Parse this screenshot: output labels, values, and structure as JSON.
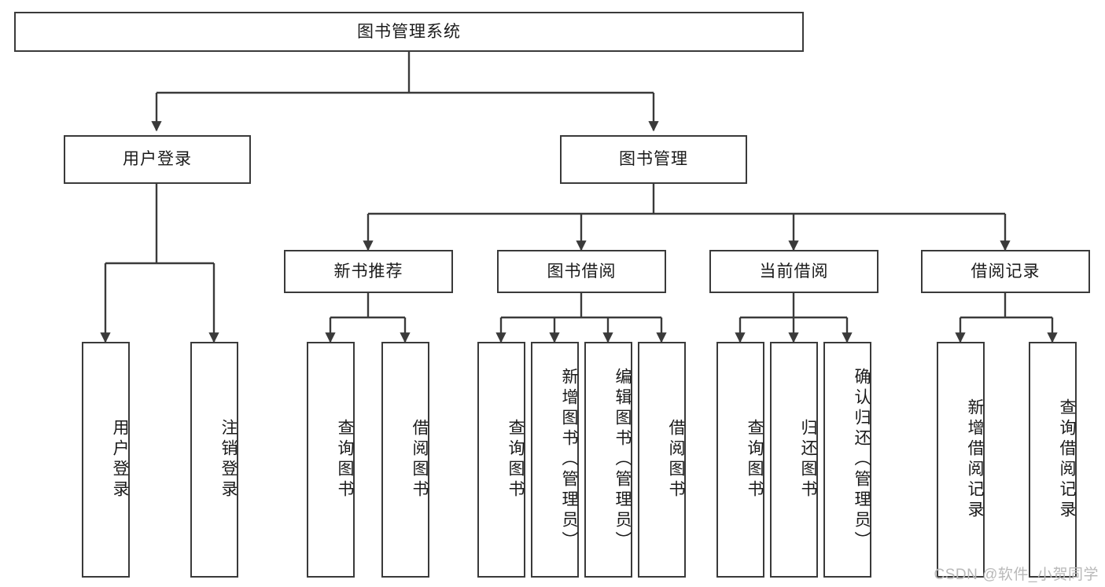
{
  "diagram": {
    "title_node": {
      "label": "图书管理系统"
    },
    "level2": [
      {
        "label": "用户登录"
      },
      {
        "label": "图书管理"
      }
    ],
    "level3": [
      {
        "label": "新书推荐"
      },
      {
        "label": "图书借阅"
      },
      {
        "label": "当前借阅"
      },
      {
        "label": "借阅记录"
      }
    ],
    "leaves": [
      {
        "label": "用户登录"
      },
      {
        "label": "注销登录"
      },
      {
        "label": "查询图书"
      },
      {
        "label": "借阅图书"
      },
      {
        "label": "查询图书"
      },
      {
        "label": "新增图书（管理员）"
      },
      {
        "label": "编辑图书（管理员）"
      },
      {
        "label": "借阅图书"
      },
      {
        "label": "查询图书"
      },
      {
        "label": "归还图书"
      },
      {
        "label": "确认归还（管理员）"
      },
      {
        "label": "新增借阅记录"
      },
      {
        "label": "查询借阅记录"
      }
    ],
    "watermark": "CSDN @软件_小贺同学",
    "colors": {
      "stroke": "#3a3a3a",
      "background": "#ffffff",
      "text": "#1a1a1a",
      "watermark": "#b9b9b9"
    }
  }
}
